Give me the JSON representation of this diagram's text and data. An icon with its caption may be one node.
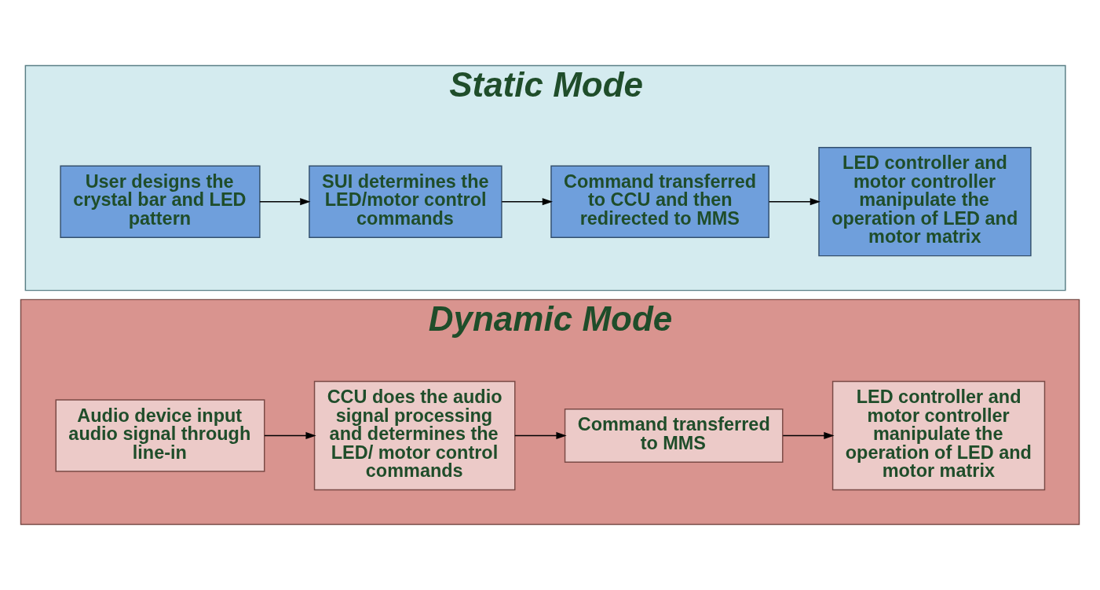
{
  "diagram": {
    "nodes": [
      {
        "text": [
          "Static Mode"
        ]
      },
      {
        "text": [
          "User designs the crystal bar and LED pattern"
        ],
        "in": 0
      },
      {
        "text": [
          "SUI determines the LED/motor control commands"
        ],
        "in": 0
      },
      {
        "text": [
          "Command transferred to CCU and then redirected to MMS"
        ],
        "in": 0
      },
      {
        "text": [
          "LED controller and motor controller manipulate the operation of LED and motor matrix"
        ],
        "in": 0
      },
      {
        "text": [
          "Dynamic Mode"
        ]
      },
      {
        "text": [
          "Audio device input audio signal through line-in"
        ],
        "in": 5
      },
      {
        "text": [
          "CCU does the audio signal processing and determines the LED/ motor control commands"
        ],
        "in": 5
      },
      {
        "text": [
          "Command transferred to MMS"
        ],
        "in": 5
      },
      {
        "text": [
          "LED controller and motor controller manipulate the operation of LED and motor matrix"
        ],
        "in": 5
      }
    ],
    "edges": [
      {
        "from": 1,
        "to": 2,
        "arrow": "to"
      },
      {
        "from": 2,
        "to": 3,
        "arrow": "to"
      },
      {
        "from": 3,
        "to": 4,
        "arrow": "to"
      },
      {
        "from": 6,
        "to": 7,
        "arrow": "to"
      },
      {
        "from": 7,
        "to": 8,
        "arrow": "to"
      },
      {
        "from": 8,
        "to": 9,
        "arrow": "to"
      }
    ]
  }
}
